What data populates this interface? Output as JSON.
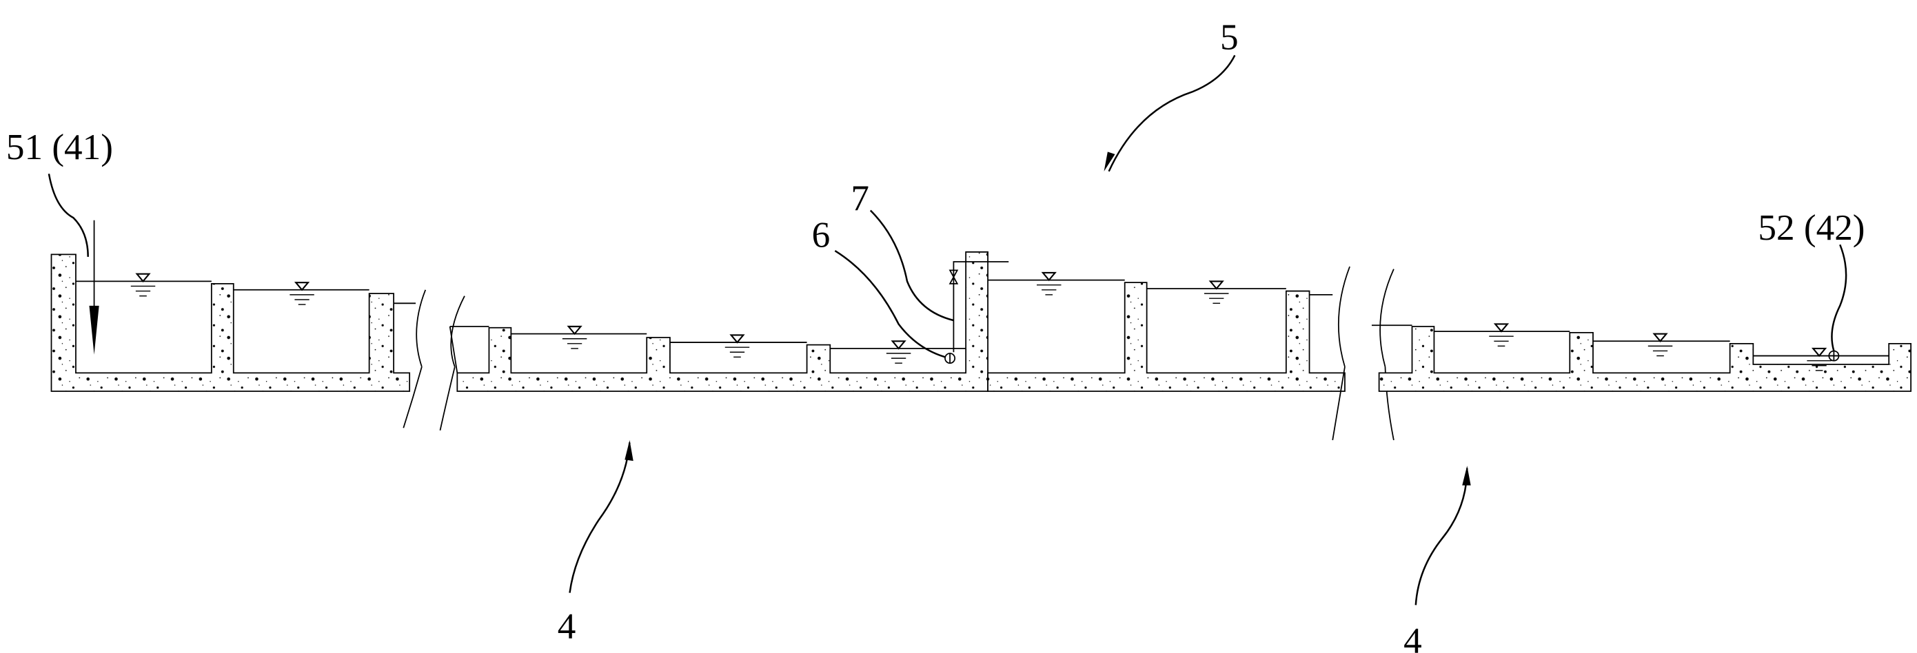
{
  "labels": {
    "inlet": "51 (41)",
    "system": "5",
    "pipe": "7",
    "float_valve": "6",
    "outlet": "52 (42)",
    "unit_left": "4",
    "unit_right": "4"
  },
  "colors": {
    "line": "#000000",
    "background": "#ffffff"
  }
}
